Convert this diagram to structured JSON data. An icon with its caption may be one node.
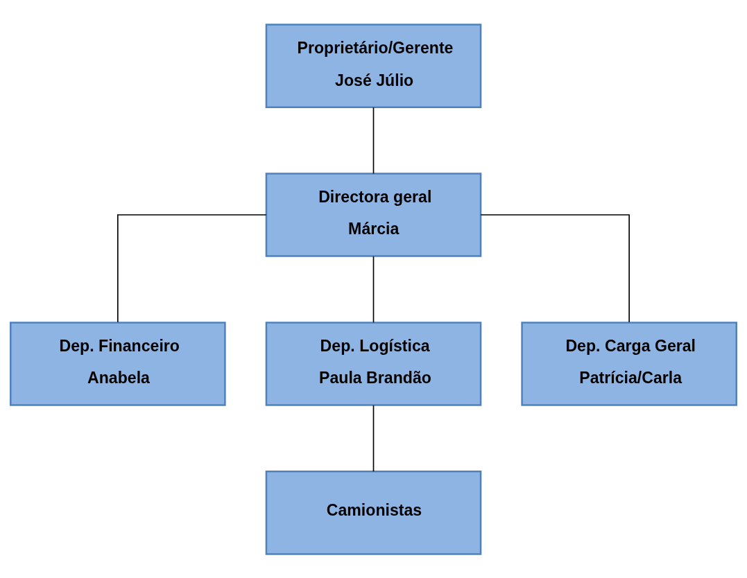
{
  "diagram": {
    "nodes": [
      {
        "text": [
          "Proprietário/Gerente",
          "José Júlio"
        ]
      },
      {
        "text": [
          "Directora geral",
          "Márcia"
        ]
      },
      {
        "text": [
          "Dep. Financeiro",
          "Anabela"
        ]
      },
      {
        "text": [
          "Dep. Logística",
          "Paula Brandão"
        ]
      },
      {
        "text": [
          "Dep. Carga Geral",
          "Patrícia/Carla"
        ]
      },
      {
        "text": [
          "Camionistas"
        ]
      }
    ],
    "edges": [
      {
        "from": 0,
        "to": 1,
        "arrow": "none"
      },
      {
        "from": 1,
        "to": 2,
        "arrow": "none"
      },
      {
        "from": 1,
        "to": 3,
        "arrow": "none"
      },
      {
        "from": 1,
        "to": 4,
        "arrow": "none"
      },
      {
        "from": 3,
        "to": 5,
        "arrow": "none"
      }
    ]
  }
}
